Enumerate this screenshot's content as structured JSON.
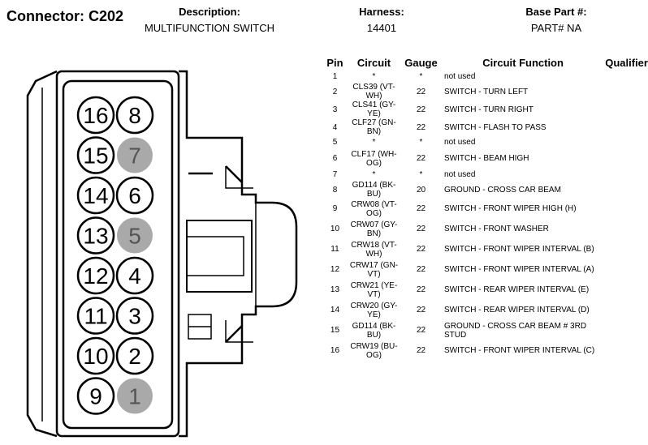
{
  "header": {
    "title": "Connector: C202",
    "description_label": "Description:",
    "description_value": "MULTIFUNCTION SWITCH",
    "harness_label": "Harness:",
    "harness_value": "14401",
    "basepart_label": "Base Part #:",
    "basepart_value": "PART# NA"
  },
  "connector": {
    "pins": [
      {
        "n": "16",
        "used": true
      },
      {
        "n": "8",
        "used": true
      },
      {
        "n": "15",
        "used": true
      },
      {
        "n": "7",
        "used": false
      },
      {
        "n": "14",
        "used": true
      },
      {
        "n": "6",
        "used": true
      },
      {
        "n": "13",
        "used": true
      },
      {
        "n": "5",
        "used": false
      },
      {
        "n": "12",
        "used": true
      },
      {
        "n": "4",
        "used": true
      },
      {
        "n": "11",
        "used": true
      },
      {
        "n": "3",
        "used": true
      },
      {
        "n": "10",
        "used": true
      },
      {
        "n": "2",
        "used": true
      },
      {
        "n": "9",
        "used": true
      },
      {
        "n": "1",
        "used": false
      }
    ],
    "used_color": "#ffffff",
    "unused_color": "#a9a9a9"
  },
  "table": {
    "columns": [
      "Pin",
      "Circuit",
      "Gauge",
      "Circuit Function",
      "Qualifier"
    ],
    "rows": [
      {
        "pin": "1",
        "circuit": "*",
        "gauge": "*",
        "function": "not used",
        "qualifier": ""
      },
      {
        "pin": "2",
        "circuit": "CLS39 (VT-WH)",
        "gauge": "22",
        "function": "SWITCH - TURN LEFT",
        "qualifier": ""
      },
      {
        "pin": "3",
        "circuit": "CLS41 (GY-YE)",
        "gauge": "22",
        "function": "SWITCH - TURN RIGHT",
        "qualifier": ""
      },
      {
        "pin": "4",
        "circuit": "CLF27 (GN-BN)",
        "gauge": "22",
        "function": "SWITCH - FLASH TO PASS",
        "qualifier": ""
      },
      {
        "pin": "5",
        "circuit": "*",
        "gauge": "*",
        "function": "not used",
        "qualifier": ""
      },
      {
        "pin": "6",
        "circuit": "CLF17 (WH-OG)",
        "gauge": "22",
        "function": "SWITCH - BEAM HIGH",
        "qualifier": ""
      },
      {
        "pin": "7",
        "circuit": "*",
        "gauge": "*",
        "function": "not used",
        "qualifier": ""
      },
      {
        "pin": "8",
        "circuit": "GD114 (BK-BU)",
        "gauge": "20",
        "function": "GROUND - CROSS CAR BEAM",
        "qualifier": ""
      },
      {
        "pin": "9",
        "circuit": "CRW08 (VT-OG)",
        "gauge": "22",
        "function": "SWITCH - FRONT WIPER HIGH (H)",
        "qualifier": ""
      },
      {
        "pin": "10",
        "circuit": "CRW07 (GY-BN)",
        "gauge": "22",
        "function": "SWITCH - FRONT WASHER",
        "qualifier": ""
      },
      {
        "pin": "11",
        "circuit": "CRW18 (VT-WH)",
        "gauge": "22",
        "function": "SWITCH - FRONT WIPER INTERVAL (B)",
        "qualifier": ""
      },
      {
        "pin": "12",
        "circuit": "CRW17 (GN-VT)",
        "gauge": "22",
        "function": "SWITCH - FRONT WIPER INTERVAL (A)",
        "qualifier": ""
      },
      {
        "pin": "13",
        "circuit": "CRW21 (YE-VT)",
        "gauge": "22",
        "function": "SWITCH - REAR WIPER INTERVAL (E)",
        "qualifier": ""
      },
      {
        "pin": "14",
        "circuit": "CRW20 (GY-YE)",
        "gauge": "22",
        "function": "SWITCH - REAR WIPER INTERVAL (D)",
        "qualifier": ""
      },
      {
        "pin": "15",
        "circuit": "GD114 (BK-BU)",
        "gauge": "22",
        "function": "GROUND - CROSS CAR BEAM # 3RD STUD",
        "qualifier": ""
      },
      {
        "pin": "16",
        "circuit": "CRW19 (BU-OG)",
        "gauge": "22",
        "function": "SWITCH - FRONT WIPER INTERVAL (C)",
        "qualifier": ""
      }
    ]
  }
}
